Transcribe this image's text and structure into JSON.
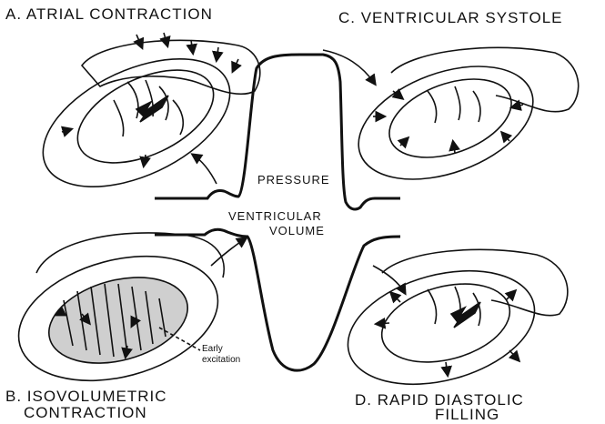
{
  "panels": {
    "a": {
      "title": "A. ATRIAL CONTRACTION"
    },
    "b": {
      "title_line1": "B. ISOVOLUMETRIC",
      "title_line2": "CONTRACTION"
    },
    "c": {
      "title": "C. VENTRICULAR SYSTOLE"
    },
    "d": {
      "title_line1": "D. RAPID DIASTOLIC",
      "title_line2": "FILLING"
    }
  },
  "curves": {
    "pressure_label": "PRESSURE",
    "volume_label_line1": "VENTRICULAR",
    "volume_label_line2": "VOLUME"
  },
  "annotations": {
    "early_excitation_line1": "Early",
    "early_excitation_line2": "excitation"
  },
  "colors": {
    "ink": "#111111",
    "shading": "#cfcfcf",
    "background": "#ffffff"
  }
}
